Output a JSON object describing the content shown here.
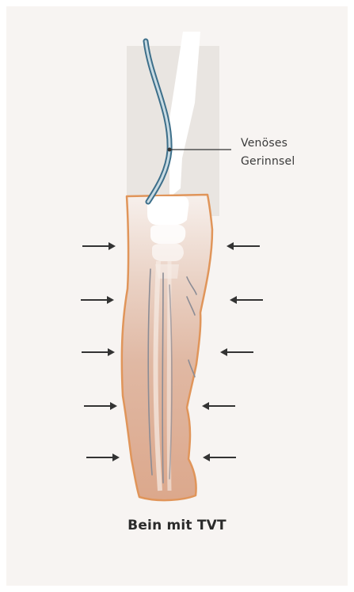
{
  "colors": {
    "card_background": "#f7f4f2",
    "leg_fill_top": "#f1e6e0",
    "leg_fill_bottom": "#deae94",
    "leg_outline": "#e0955a",
    "thigh_shadow": "#e7e3df",
    "vein_blue": "#3d6f8a",
    "vein_light": "#c9dbe3",
    "arrow": "#333333",
    "muscle_line": "#8b8c95"
  },
  "labels": {
    "clot_line1": "Venöses",
    "clot_line2": "Gerinnsel",
    "caption": "Bein mit TVT"
  },
  "pressure_arrows": {
    "left_count": 5,
    "right_count": 5,
    "direction": "inward"
  }
}
